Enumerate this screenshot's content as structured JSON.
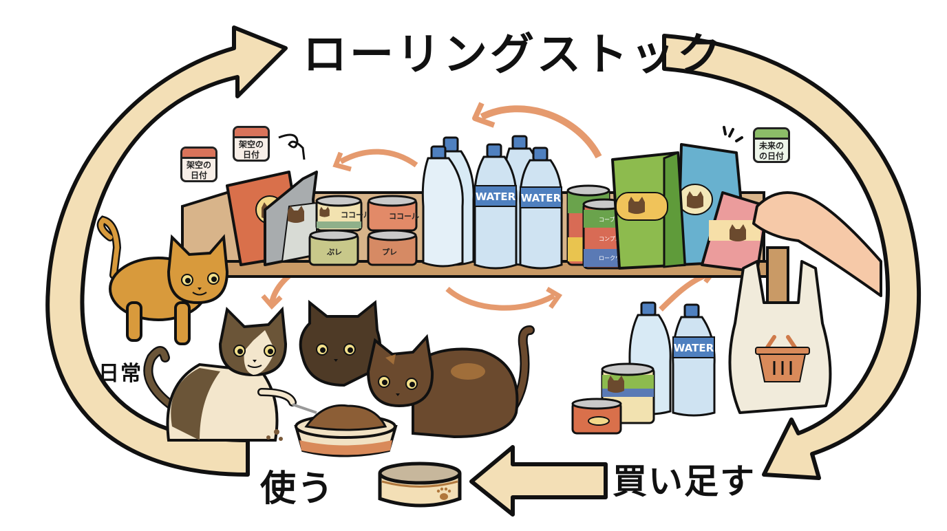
{
  "title": "ローリングストック",
  "cycle_labels": {
    "use": "使う",
    "buy": "買い足す",
    "daily": "日常"
  },
  "calendars": [
    {
      "line1": "架空の",
      "line2": "日付",
      "color": "#d9735a"
    },
    {
      "line1": "架空の",
      "line2": "日付",
      "color": "#d9735a"
    },
    {
      "line1": "未来の",
      "line2": "の日付",
      "color": "#8cbd68"
    }
  ],
  "shelf": {
    "cans_left": [
      "ココール",
      "ココール",
      "ぷレ",
      "プレ"
    ],
    "cans_right": [
      "コーブル",
      "コンプル",
      "ロークウ"
    ],
    "bottle_label": "WATER",
    "bottle_label_count": 2
  },
  "restock": {
    "bottle_label": "WATER",
    "bag_icon": "shopping-basket-icon"
  },
  "icons": {
    "cycle_arrow": "curved-arrow-icon",
    "paw": "paw-print-icon",
    "cat_face": "cat-face-icon"
  },
  "colors": {
    "arrow_fill": "#f3dfb6",
    "arrow_stroke": "#111111",
    "inner_arrow": "#e59a6e",
    "shelf": "#c99a66",
    "water_label": "#4f80bf",
    "bag_green": "#8dbb4e",
    "bag_blue": "#68b1cf",
    "bag_pink": "#eb9c9c",
    "bag_orange": "#d9704b",
    "bag_gray": "#a8acae"
  }
}
